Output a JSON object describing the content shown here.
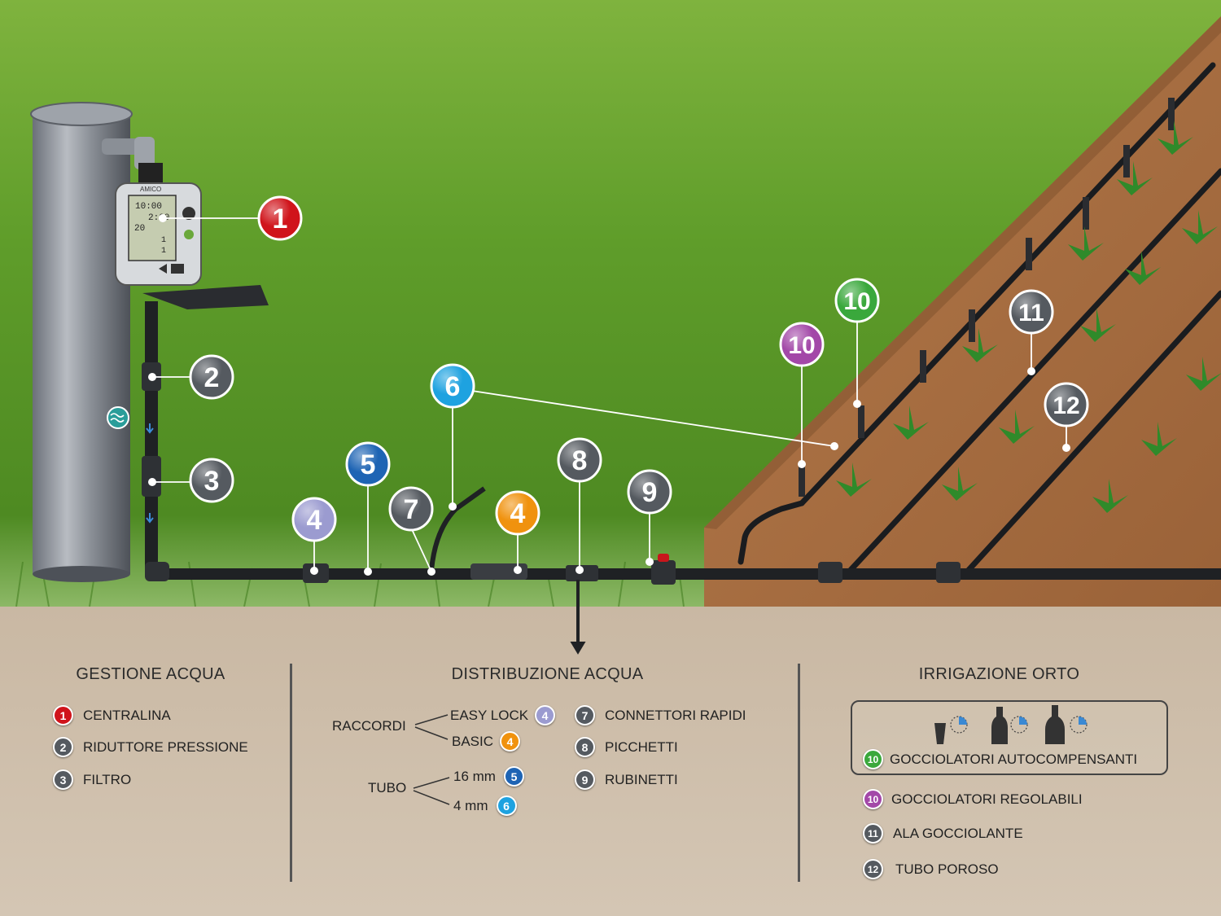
{
  "callouts": [
    {
      "num": "1",
      "color": "#d0141b"
    },
    {
      "num": "2",
      "color": "#555a60"
    },
    {
      "num": "3",
      "color": "#555a60"
    },
    {
      "num": "4",
      "color": "#9b9bd0"
    },
    {
      "num": "5",
      "color": "#1e64b4"
    },
    {
      "num": "6",
      "color": "#1ea2e0"
    },
    {
      "num": "7",
      "color": "#555a60"
    },
    {
      "num": "4",
      "color": "#f0920e"
    },
    {
      "num": "8",
      "color": "#555a60"
    },
    {
      "num": "9",
      "color": "#555a60"
    },
    {
      "num": "10",
      "color": "#a348a8"
    },
    {
      "num": "10",
      "color": "#3aa83c"
    },
    {
      "num": "11",
      "color": "#555a60"
    },
    {
      "num": "12",
      "color": "#555a60"
    }
  ],
  "timer": {
    "brand": "AMICO",
    "line1": "10:00",
    "line2": "2:00",
    "line3": "20",
    "line4": "1",
    "line5": "1"
  },
  "colors": {
    "red": "#d0141b",
    "grey": "#555a60",
    "lilac": "#9b9bd0",
    "blue": "#1e64b4",
    "cyan": "#1ea2e0",
    "orange": "#f0920e",
    "purple": "#a348a8",
    "green": "#3aa83c"
  },
  "legend": {
    "gestione": {
      "title": "GESTIONE ACQUA",
      "items": [
        {
          "num": "1",
          "label": "CENTRALINA"
        },
        {
          "num": "2",
          "label": "RIDUTTORE PRESSIONE"
        },
        {
          "num": "3",
          "label": "FILTRO"
        }
      ]
    },
    "distribuzione": {
      "title": "DISTRIBUZIONE ACQUA",
      "raccordi": "RACCORDI",
      "easy_lock": "EASY LOCK",
      "basic": "BASIC",
      "tubo": "TUBO",
      "mm16": "16 mm",
      "mm4": "4 mm",
      "connettori": "CONNETTORI RAPIDI",
      "picchetti": "PICCHETTI",
      "rubinetti": "RUBINETTI",
      "n4": "4",
      "n5": "5",
      "n6": "6",
      "n7": "7",
      "n8": "8",
      "n9": "9"
    },
    "irrigazione": {
      "title": "IRRIGAZIONE ORTO",
      "autocomp": "GOCCIOLATORI AUTOCOMPENSANTI",
      "regolabili": "GOCCIOLATORI REGOLABILI",
      "ala": "ALA GOCCIOLANTE",
      "poroso": "TUBO POROSO",
      "n10": "10",
      "n11": "11",
      "n12": "12"
    }
  }
}
